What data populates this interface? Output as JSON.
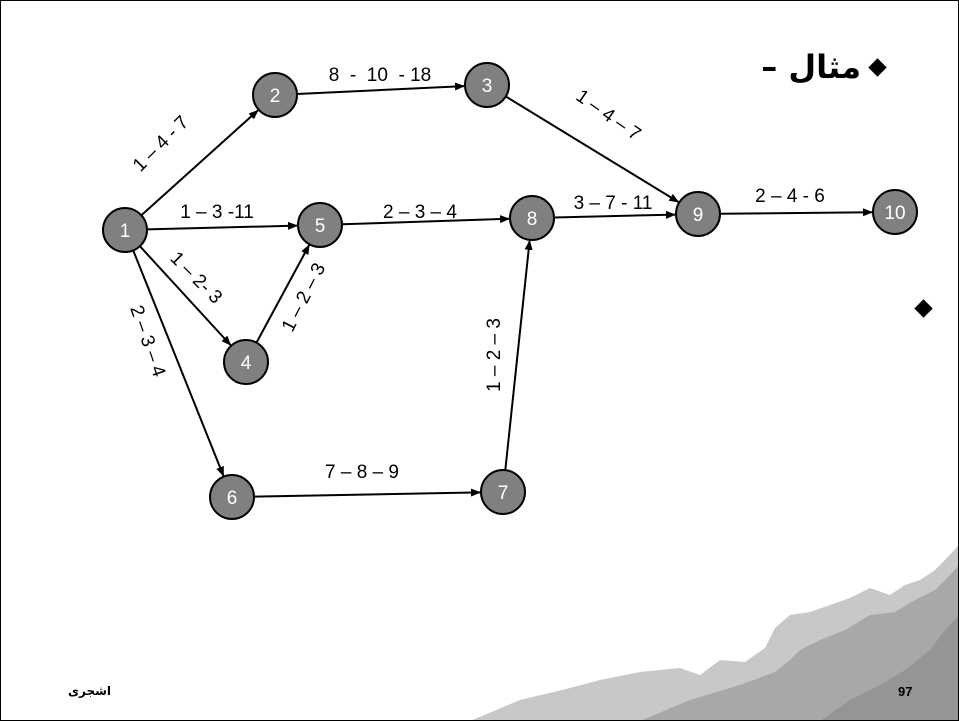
{
  "slide": {
    "title": "مثال –",
    "page_number": "97",
    "author": "اشجری"
  },
  "diagram": {
    "node_fill_color": "#808080",
    "nodes": [
      {
        "id": "1",
        "label": "1"
      },
      {
        "id": "2",
        "label": "2"
      },
      {
        "id": "3",
        "label": "3"
      },
      {
        "id": "4",
        "label": "4"
      },
      {
        "id": "5",
        "label": "5"
      },
      {
        "id": "6",
        "label": "6"
      },
      {
        "id": "7",
        "label": "7"
      },
      {
        "id": "8",
        "label": "8"
      },
      {
        "id": "9",
        "label": "9"
      },
      {
        "id": "10",
        "label": "10"
      }
    ],
    "edges": [
      {
        "from": "1",
        "to": "2",
        "label": "1 – 4 - 7"
      },
      {
        "from": "1",
        "to": "5",
        "label": "1 – 3 -11"
      },
      {
        "from": "1",
        "to": "4",
        "label": "1 – 2- 3"
      },
      {
        "from": "1",
        "to": "6",
        "label": "2 – 3 – 4"
      },
      {
        "from": "2",
        "to": "3",
        "label": "8  -  10  - 18"
      },
      {
        "from": "3",
        "to": "9",
        "label": "1 – 4 – 7"
      },
      {
        "from": "4",
        "to": "5",
        "label": "1 – 2 – 3"
      },
      {
        "from": "5",
        "to": "8",
        "label": "2 – 3 – 4"
      },
      {
        "from": "6",
        "to": "7",
        "label": "7 – 8 – 9"
      },
      {
        "from": "7",
        "to": "8",
        "label": "1 – 2 – 3"
      },
      {
        "from": "8",
        "to": "9",
        "label": "3 – 7 - 11"
      },
      {
        "from": "9",
        "to": "10",
        "label": "2 – 4 - 6"
      }
    ]
  }
}
